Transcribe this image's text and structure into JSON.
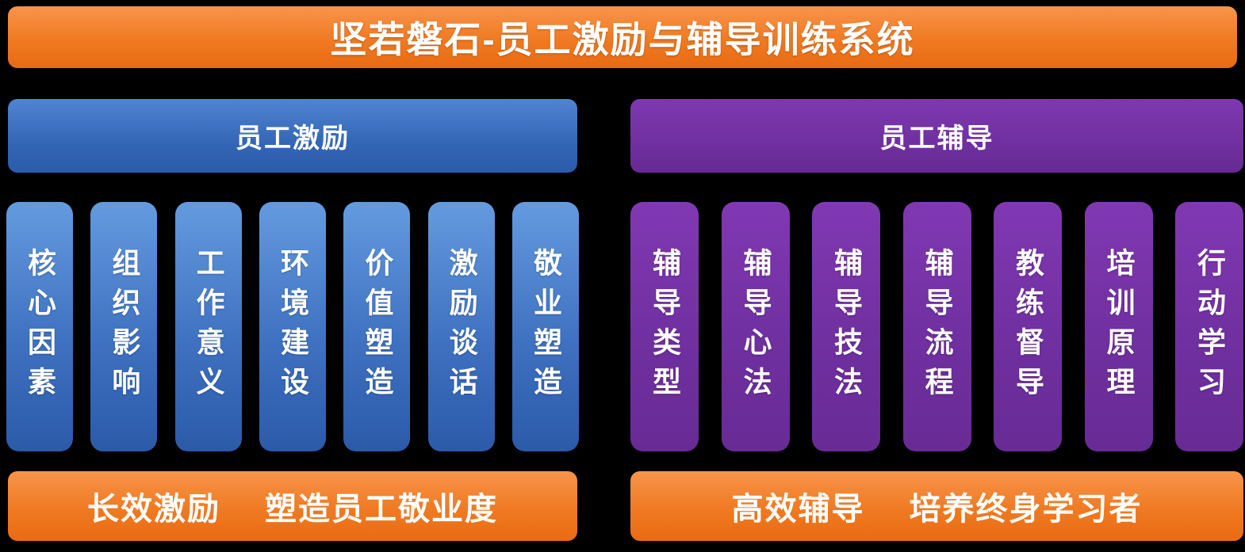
{
  "title": "坚若磐石-员工激励与辅导训练系统",
  "left": {
    "header": "员工激励",
    "columns": [
      "核心因素",
      "组织影响",
      "工作意义",
      "环境建设",
      "价值塑造",
      "激励谈话",
      "敬业塑造"
    ],
    "footer": {
      "part1": "长效激励",
      "part2": "塑造员工敬业度"
    }
  },
  "right": {
    "header": "员工辅导",
    "columns": [
      "辅导类型",
      "辅导心法",
      "辅导技法",
      "辅导流程",
      "教练督导",
      "培训原理",
      "行动学习"
    ],
    "footer": {
      "part1": "高效辅导",
      "part2": "培养终身学习者"
    }
  },
  "colors": {
    "background": "#000000",
    "orange": "#ed7420",
    "blue": "#2e5fae",
    "purple": "#7030a0",
    "text": "#ffffff"
  }
}
